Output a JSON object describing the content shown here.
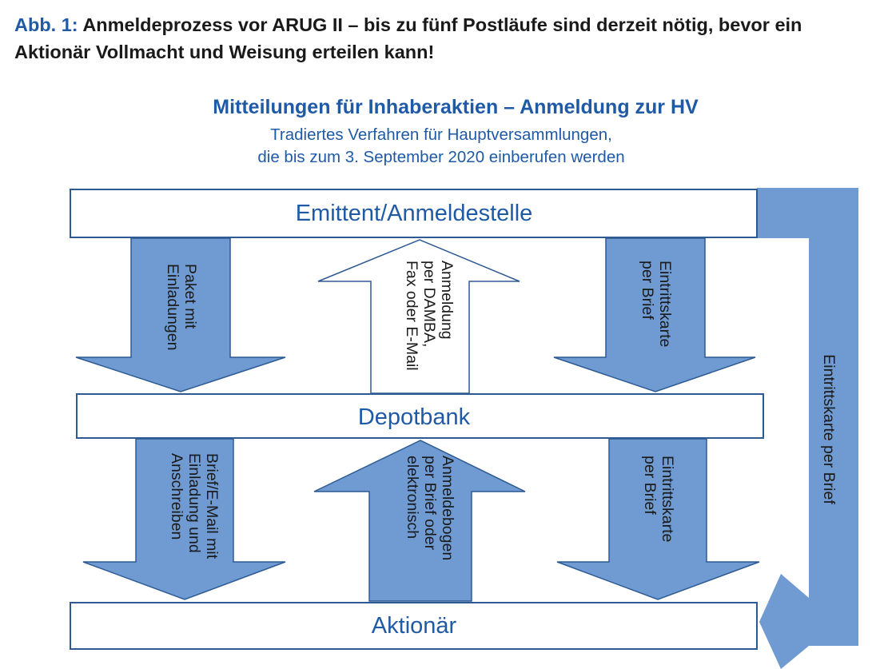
{
  "figure": {
    "number_label": "Abb. 1:",
    "caption": "Anmeldeprozess vor ARUG II – bis zu fünf Postläufe sind derzeit nötig, bevor ein Aktionär Vollmacht und Weisung erteilen kann!"
  },
  "diagram": {
    "title": "Mitteilungen für Inhaberaktien – Anmeldung zur HV",
    "subtitle_lines": [
      "Tradiertes Verfahren für Hauptversammlungen,",
      "die bis zum 3. September 2020 einberufen werden"
    ],
    "boxes": {
      "emittent": "Emittent/Anmeldestelle",
      "depotbank": "Depotbank",
      "aktionaer": "Aktionär"
    },
    "arrows": {
      "paket": {
        "lines": [
          "Paket mit",
          "Einladungen"
        ],
        "direction": "down",
        "filled": true
      },
      "anmeldung_damba": {
        "lines": [
          "Anmeldung",
          "per DAMBA,",
          "Fax oder E-Mail"
        ],
        "direction": "up",
        "filled": false
      },
      "eintrittskarte_top": {
        "lines": [
          "Eintrittskarte",
          "per Brief"
        ],
        "direction": "down",
        "filled": true
      },
      "brief_email": {
        "lines": [
          "Brief/E-Mail mit",
          "Einladung und",
          "Anschreiben"
        ],
        "direction": "down",
        "filled": true
      },
      "anmeldebogen": {
        "lines": [
          "Anmeldebogen",
          "per Brief oder",
          "elektronisch"
        ],
        "direction": "up",
        "filled": true
      },
      "eintrittskarte_bottom": {
        "lines": [
          "Eintrittskarte",
          "per Brief"
        ],
        "direction": "down",
        "filled": true
      },
      "eintrittskarte_side": {
        "lines": [
          "Eintrittskarte per Brief"
        ],
        "direction": "loop-to-aktionaer",
        "filled": true
      }
    },
    "colors": {
      "accent_blue": "#1f5aa6",
      "arrow_fill": "#6f9bd2",
      "outline": "#2e5a94",
      "caption_text": "#1a1a1a"
    }
  }
}
